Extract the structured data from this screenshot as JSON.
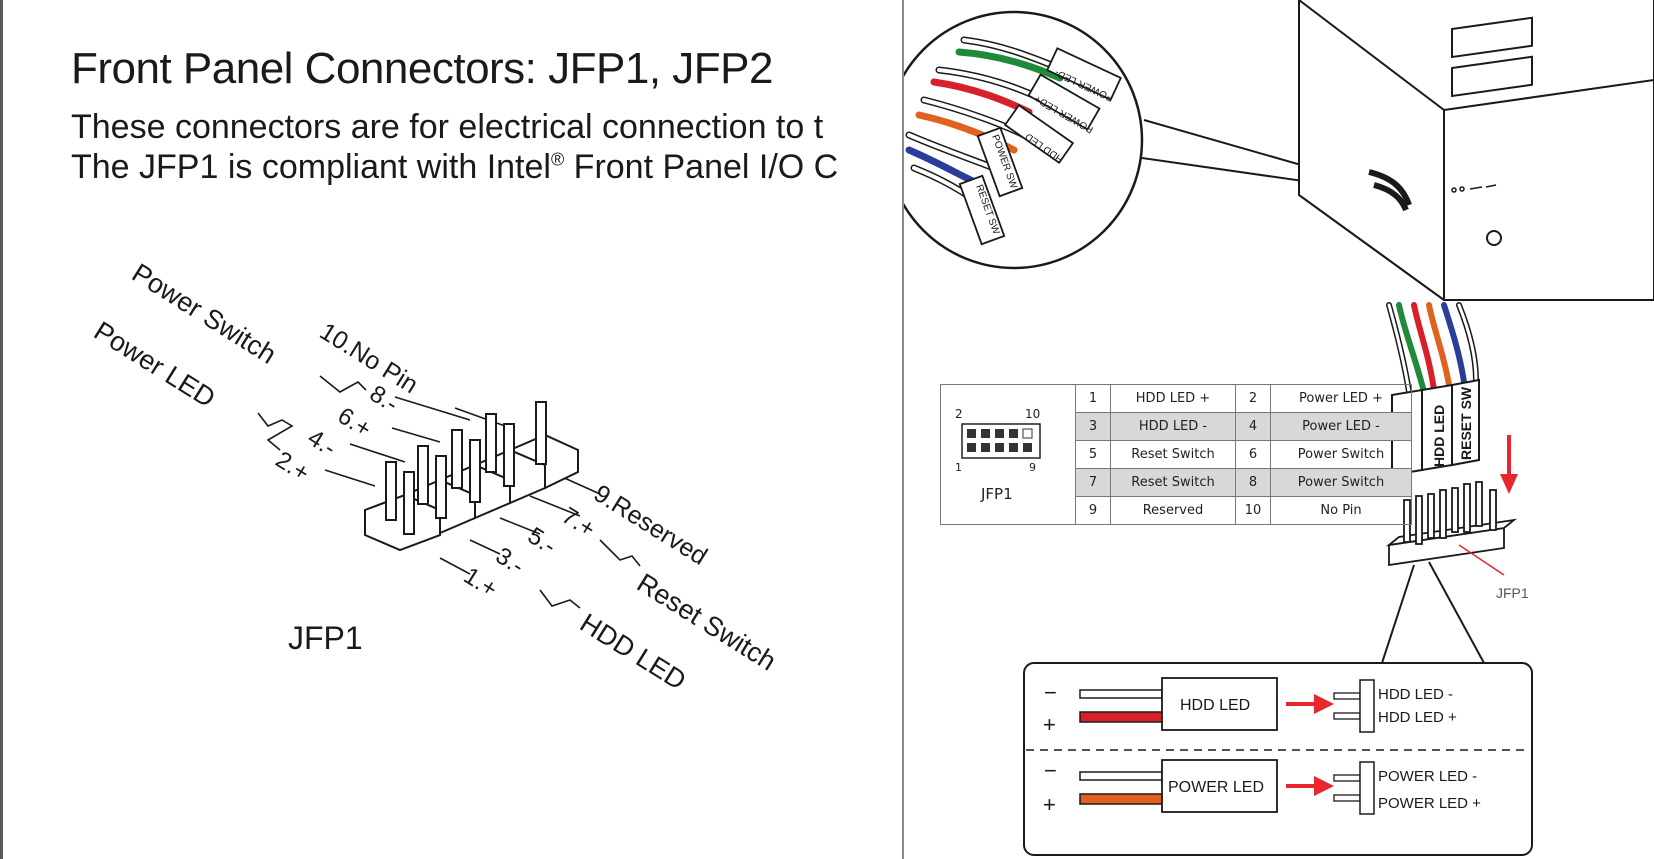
{
  "left": {
    "heading": "Front Panel Connectors: JFP1, JFP2",
    "para_line1": "These connectors are for electrical connection to t",
    "para_line2_pre": "The JFP1 is compliant with Intel",
    "para_line2_sup": "®",
    "para_line2_post": " Front Panel I/O C",
    "diagram": {
      "label": "JFP1",
      "group_power_switch": "Power Switch",
      "group_power_led": "Power LED",
      "group_reset_switch": "Reset Switch",
      "group_hdd_led": "HDD LED",
      "pin10": "10.No Pin",
      "pin8": "8.-",
      "pin6": "6.+",
      "pin4": "4.-",
      "pin2": "2.+",
      "pin9": "9.Reserved",
      "pin7": "7.+",
      "pin5": "5.-",
      "pin3": "3.-",
      "pin1": "1.+"
    }
  },
  "right": {
    "case_callout": {
      "power_led_minus": "POWER LED-",
      "power_led_plus": "POWER LED+",
      "hdd_led": "HDD LED",
      "power_sw": "POWER SW",
      "reset_sw": "RESET SW"
    },
    "table": {
      "header_left": "2",
      "header_right": "10",
      "footer_left": "1",
      "footer_right": "9",
      "label": "JFP1",
      "rows": [
        {
          "a": "1",
          "a_sig": "HDD LED +",
          "b": "2",
          "b_sig": "Power LED +"
        },
        {
          "a": "3",
          "a_sig": "HDD LED -",
          "b": "4",
          "b_sig": "Power LED -"
        },
        {
          "a": "5",
          "a_sig": "Reset Switch",
          "b": "6",
          "b_sig": "Power Switch"
        },
        {
          "a": "7",
          "a_sig": "Reset Switch",
          "b": "8",
          "b_sig": "Power Switch"
        },
        {
          "a": "9",
          "a_sig": "Reserved",
          "b": "10",
          "b_sig": "No Pin"
        }
      ]
    },
    "connector": {
      "hdd_led": "HDD LED",
      "reset_sw": "RESET SW",
      "jfp1": "JFP1"
    },
    "polarity": {
      "minus": "−",
      "plus": "+",
      "hdd_led_box": "HDD LED",
      "hdd_led_minus": "HDD LED -",
      "hdd_led_plus": "HDD LED +",
      "power_led_box": "POWER LED",
      "power_led_minus": "POWER LED -",
      "power_led_plus": "POWER LED +"
    }
  },
  "colors": {
    "text": "#1a1a1a",
    "red_wire": "#d8202a",
    "orange_wire": "#e0621e",
    "green_wire": "#1e8a3a",
    "blue_wire": "#2a3d9a",
    "arrow": "#e8262b",
    "shade": "#d8d8d8"
  }
}
